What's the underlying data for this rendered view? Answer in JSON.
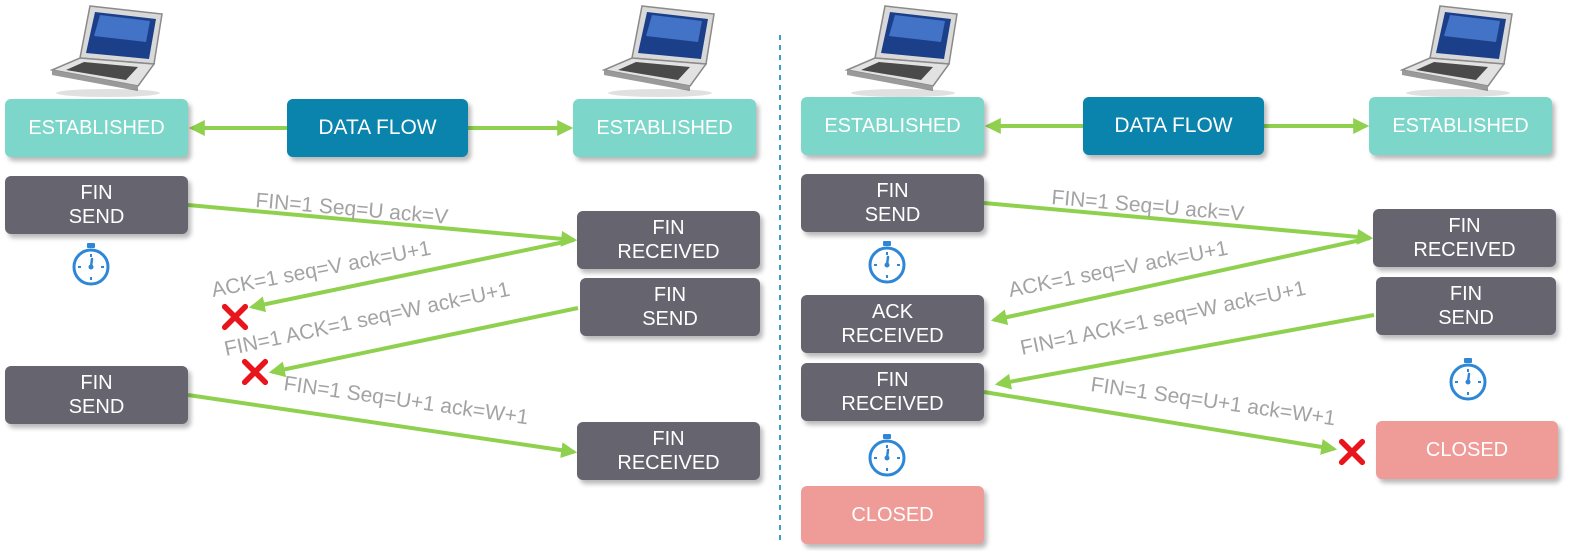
{
  "colors": {
    "established": "#7cd6c9",
    "data_flow": "#0a83ad",
    "state": "#66646f",
    "closed": "#ef9b98",
    "arrow": "#8fd14f",
    "lost": "#e8151c",
    "timer": "#2e86d6",
    "label": "#a3a3a3",
    "divider": "#3a9fc4"
  },
  "icons": [
    "laptop-icon",
    "stopwatch-icon",
    "red-x-icon"
  ],
  "left": {
    "established_a": "ESTABLISHED",
    "data_flow": "DATA FLOW",
    "established_b": "ESTABLISHED",
    "fin_send_a1": "FIN\nSEND",
    "fin_received_b1": "FIN\nRECEIVED",
    "fin_send_b": "FIN\nSEND",
    "fin_send_a2": "FIN\nSEND",
    "fin_received_b2": "FIN\nRECEIVED",
    "msg1": "FIN=1 Seq=U  ack=V",
    "msg2": "ACK=1 seq=V ack=U+1",
    "msg3": "FIN=1 ACK=1 seq=W ack=U+1",
    "msg4": "FIN=1 Seq=U+1  ack=W+1"
  },
  "right": {
    "established_a": "ESTABLISHED",
    "data_flow": "DATA FLOW",
    "established_b": "ESTABLISHED",
    "fin_send_a": "FIN\nSEND",
    "fin_received_b": "FIN\nRECEIVED",
    "fin_send_b": "FIN\nSEND",
    "ack_received_a": "ACK\nRECEIVED",
    "fin_received_a": "FIN\nRECEIVED",
    "closed_a": "CLOSED",
    "closed_b": "CLOSED",
    "msg1": "FIN=1 Seq=U  ack=V",
    "msg2": "ACK=1 seq=V ack=U+1",
    "msg3": "FIN=1 ACK=1 seq=W ack=U+1",
    "msg4": "FIN=1 Seq=U+1  ack=W+1"
  }
}
